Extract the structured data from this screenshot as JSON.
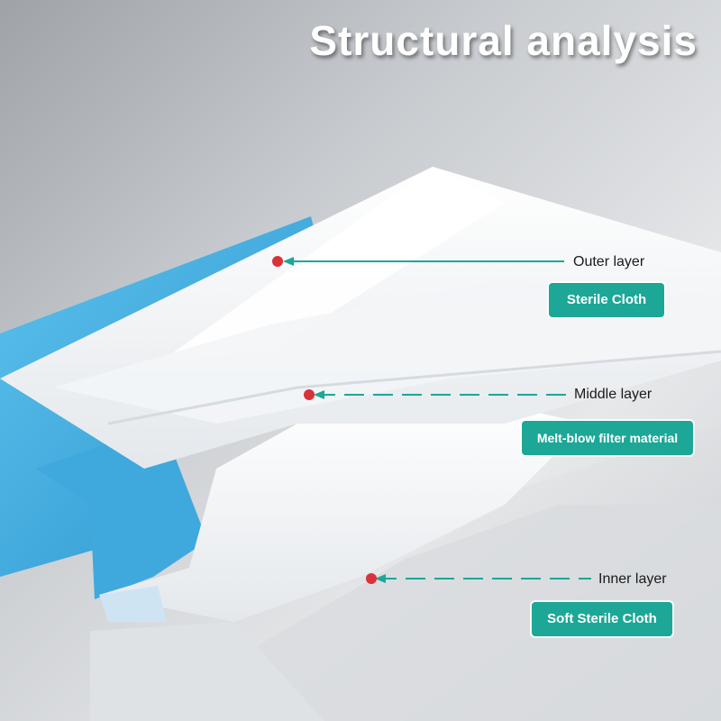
{
  "title": "Structural analysis",
  "layers": [
    {
      "name": "Outer layer",
      "material": "Sterile Cloth"
    },
    {
      "name": "Middle layer",
      "material": "Melt-blow filter material"
    },
    {
      "name": "Inner layer",
      "material": "Soft Sterile Cloth"
    }
  ],
  "colors": {
    "badge": "#1ca797",
    "leader_line": "#1ca797",
    "marker": "#d8323a",
    "outer_fabric": "#3aa8dc"
  }
}
